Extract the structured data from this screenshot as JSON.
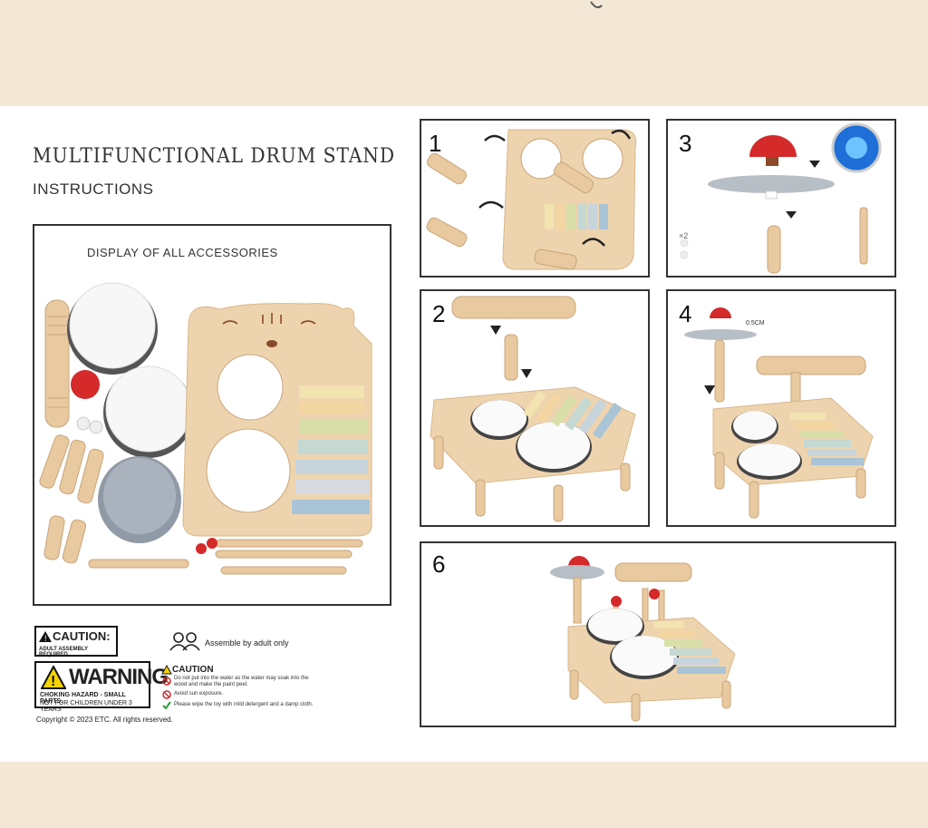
{
  "header": {
    "title": "MULTIFUNCTIONAL DRUM STAND",
    "subtitle": "INSTRUCTIONS"
  },
  "accessories": {
    "label": "DISPLAY OF ALL ACCESSORIES"
  },
  "steps": [
    {
      "number": "1"
    },
    {
      "number": "2"
    },
    {
      "number": "3"
    },
    {
      "number": "4"
    },
    {
      "number": "6"
    }
  ],
  "step3": {
    "count_label": "×2"
  },
  "step4": {
    "dimension_label": "0.5CM"
  },
  "safety": {
    "caution_title": "CAUTION:",
    "caution_sub": "ADULT ASSEMBLY REQUIRED",
    "warning_title": "WARNING",
    "warning_line1": "CHOKING   HAZARD - SMALL PARTS.",
    "warning_line2": "NOT FOR CHILDREN UNDER 3 YEARS",
    "adult_text": "Assemble by adult only",
    "caution2_title": "CAUTION",
    "notes": [
      "Do not put into the water as the water may soak into the wood and make the paint peel.",
      "Avoid sun exposure.",
      "Please wipe the toy with mild detergent and a damp cloth."
    ],
    "copyright": "Copyright © 2023 ETC. All rights reserved."
  },
  "colors": {
    "background": "#f3e7d6",
    "wood": "#e8c9a0",
    "red": "#d42a2a",
    "bars": [
      "#f2e3b0",
      "#f4d6a3",
      "#d8dfa8",
      "#c6d8d2",
      "#c8d4dc",
      "#d7dae0",
      "#bfcbd6",
      "#a9c4d6"
    ]
  }
}
